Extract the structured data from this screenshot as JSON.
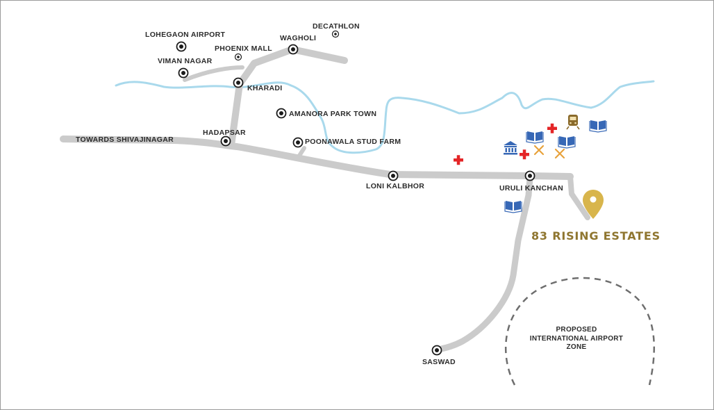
{
  "map": {
    "places": {
      "lohegaon_airport": "LOHEGAON AIRPORT",
      "decathlon": "DECATHLON",
      "wagholi": "WAGHOLI",
      "phoenix_mall": "PHOENIX MALL",
      "viman_nagar": "VIMAN NAGAR",
      "kharadi": "KHARADI",
      "amanora_park_town": "AMANORA PARK TOWN",
      "hadapsar": "HADAPSAR",
      "towards_shivajinagar": "TOWARDS SHIVAJINAGAR",
      "poonawala_stud_farm": "POONAWALA STUD FARM",
      "loni_kalbhor": "LONI KALBHOR",
      "uruli_kanchan": "URULI KANCHAN",
      "saswad": "SASWAD"
    },
    "project": {
      "name": "83 RISING ESTATES",
      "marker_icon": "location-pin-icon"
    },
    "zone": {
      "line1": "PROPOSED",
      "line2": "INTERNATIONAL AIRPORT",
      "line3": "ZONE"
    },
    "amenity_icons": [
      "hospital-icon",
      "school-icon",
      "railway-station-icon",
      "bank-icon",
      "restaurant-icon"
    ],
    "colors": {
      "road": "#cbcbcb",
      "river": "#a9d9ec",
      "marker_gold": "#d8b54c",
      "brand_text": "#8f7630",
      "hospital_red": "#e42527",
      "school_blue": "#3768b6",
      "restaurant_orange": "#e8a23b",
      "train_brown": "#8a6a2a",
      "zone_dash": "#6e6e6e"
    }
  }
}
